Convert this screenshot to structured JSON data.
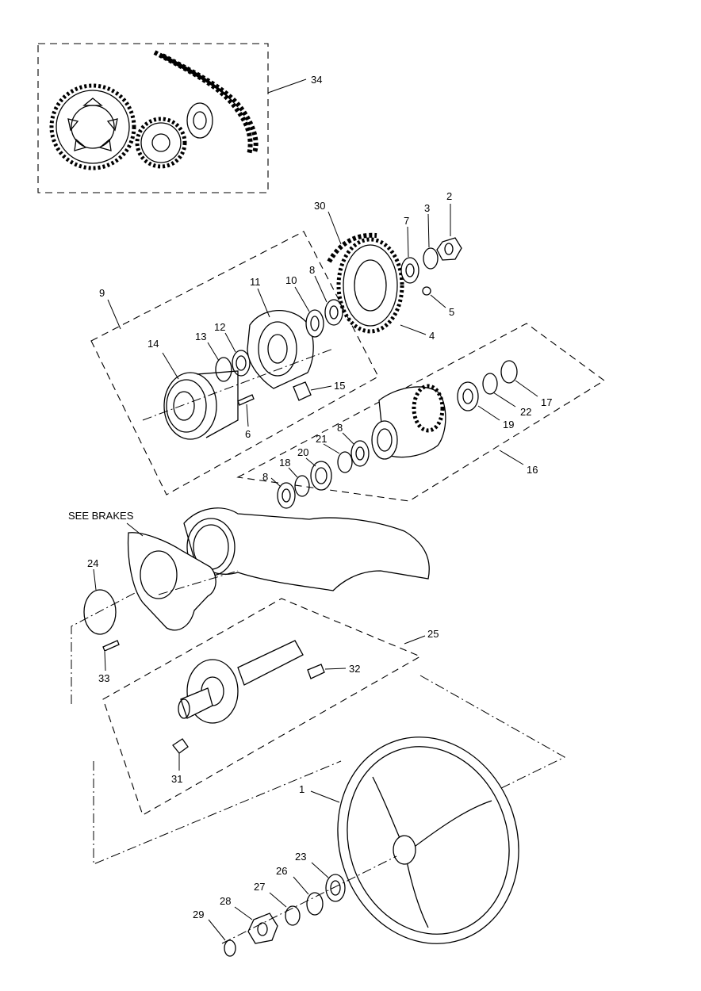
{
  "labels": {
    "p1": "1",
    "p2": "2",
    "p3": "3",
    "p4": "4",
    "p5": "5",
    "p6": "6",
    "p7": "7",
    "p8a": "8",
    "p8b": "8",
    "p8c": "8",
    "p9": "9",
    "p10": "10",
    "p11": "11",
    "p12": "12",
    "p13": "13",
    "p14": "14",
    "p15": "15",
    "p16": "16",
    "p17": "17",
    "p18": "18",
    "p19": "19",
    "p20": "20",
    "p21": "21",
    "p22": "22",
    "p23": "23",
    "p24": "24",
    "p25": "25",
    "p26": "26",
    "p27": "27",
    "p28": "28",
    "p29": "29",
    "p30": "30",
    "p31": "31",
    "p32": "32",
    "p33": "33",
    "p34": "34",
    "see_brakes": "SEE BRAKES"
  }
}
